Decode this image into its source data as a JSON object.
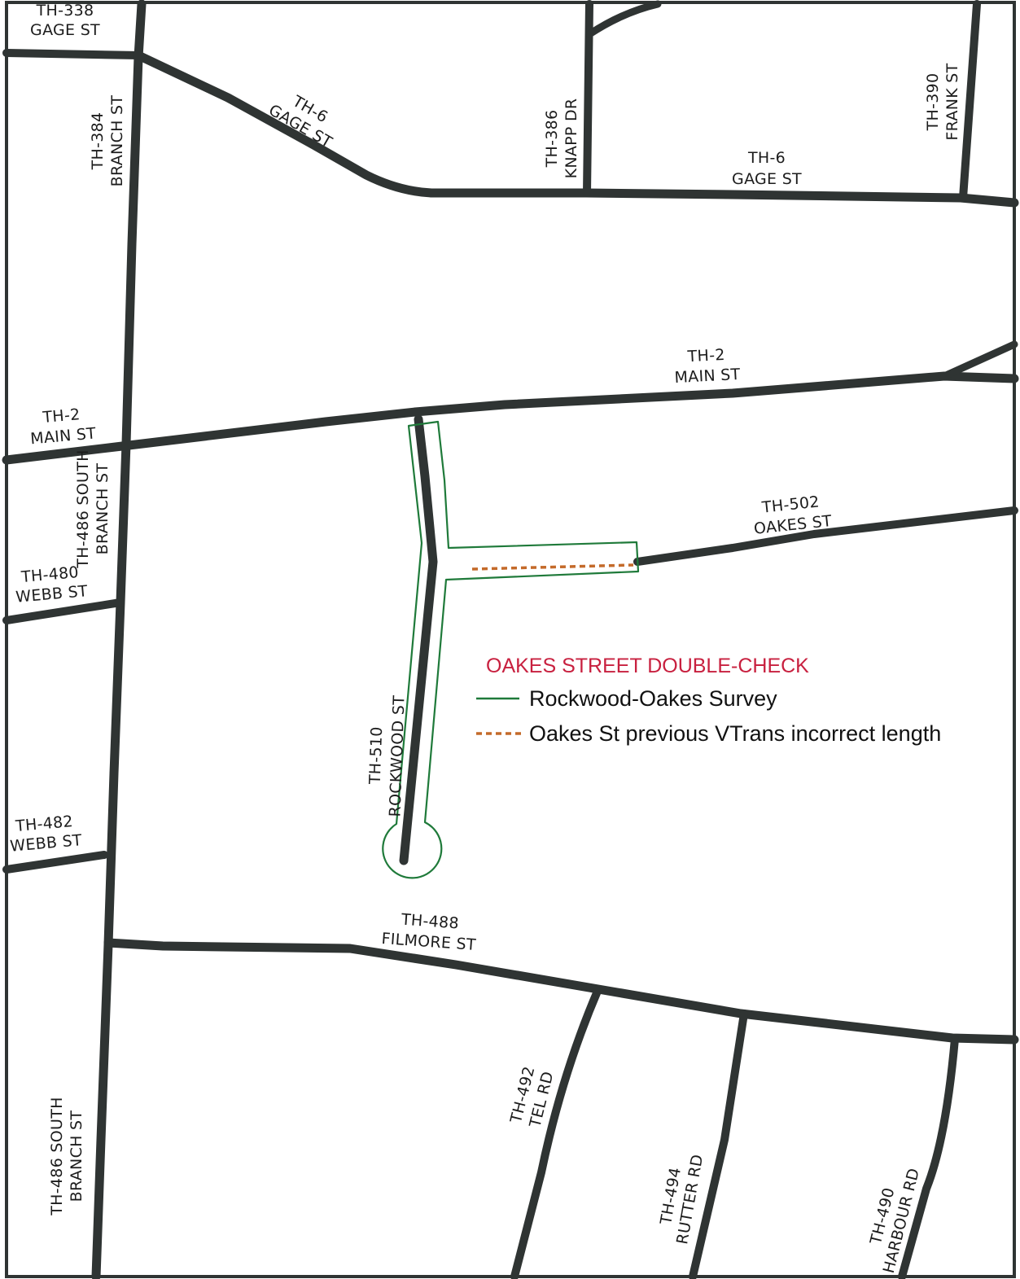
{
  "legend": {
    "title": "OAKES STREET DOUBLE-CHECK",
    "title_color": "#c8203f",
    "items": [
      {
        "label": "Rockwood-Oakes Survey",
        "style": "solid",
        "color": "#1f7a3a"
      },
      {
        "label": "Oakes St previous VTrans incorrect length",
        "style": "dashed",
        "color": "#c46a2a"
      }
    ]
  },
  "road_color": "#2f3433",
  "road_labels": {
    "th338": {
      "id": "TH-338",
      "name": "GAGE ST"
    },
    "th384": {
      "id": "TH-384",
      "name": "BRANCH ST"
    },
    "th6a": {
      "id": "TH-6",
      "name": "GAGE ST"
    },
    "th386": {
      "id": "TH-386",
      "name": "KNAPP DR"
    },
    "th6b": {
      "id": "TH-6",
      "name": "GAGE ST"
    },
    "th390": {
      "id": "TH-390",
      "name": "FRANK ST"
    },
    "th2a": {
      "id": "TH-2",
      "name": "MAIN ST"
    },
    "th2b": {
      "id": "TH-2",
      "name": "MAIN ST"
    },
    "th486a": {
      "id": "TH-486 SOUTH",
      "name": "BRANCH ST"
    },
    "th480": {
      "id": "TH-480",
      "name": "WEBB ST"
    },
    "th502": {
      "id": "TH-502",
      "name": "OAKES ST"
    },
    "th510": {
      "id": "TH-510",
      "name": "ROCKWOOD ST"
    },
    "th482": {
      "id": "TH-482",
      "name": "WEBB ST"
    },
    "th488": {
      "id": "TH-488",
      "name": "FILMORE ST"
    },
    "th486b": {
      "id": "TH-486 SOUTH",
      "name": "BRANCH ST"
    },
    "th492": {
      "id": "TH-492",
      "name": "TEL RD"
    },
    "th494": {
      "id": "TH-494",
      "name": "RUTTER RD"
    },
    "th490": {
      "id": "TH-490",
      "name": "HARBOUR RD"
    }
  }
}
